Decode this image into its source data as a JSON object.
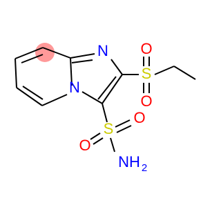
{
  "molecule": {
    "atoms": {
      "n_imidazole": "N",
      "n_bridge": "N",
      "s_ethylsulfonyl": "S",
      "o_ethyl_top": "O",
      "o_ethyl_bottom": "O",
      "s_sulfonamide": "S",
      "o_sulfonamide": "O",
      "o_sulfonamide_left": "O",
      "nh2_main": "NH",
      "nh2_sub": "2"
    },
    "colors": {
      "carbon_bond": "#000000",
      "nitrogen": "#0000ff",
      "sulfur": "#cccc00",
      "oxygen": "#ff0000",
      "highlight": "#ff9999"
    }
  }
}
